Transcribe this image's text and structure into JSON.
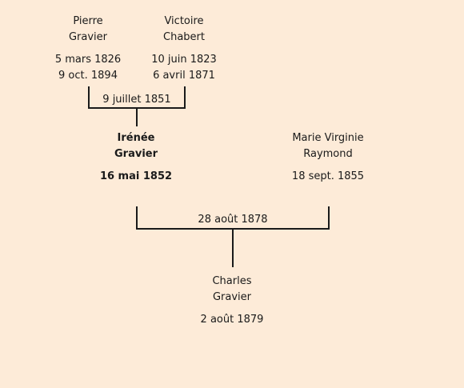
{
  "people": {
    "pierre": {
      "first": "Pierre",
      "last": "Gravier",
      "birth": "5 mars 1826",
      "death": "9 oct. 1894"
    },
    "victoire": {
      "first": "Victoire",
      "last": "Chabert",
      "birth": "10 juin 1823",
      "death": "6 avril 1871"
    },
    "irenee": {
      "first": "Irénée",
      "last": "Gravier",
      "birth": "16 mai 1852"
    },
    "marie": {
      "first": "Marie Virginie",
      "last": "Raymond",
      "birth": "18 sept. 1855"
    },
    "charles": {
      "first": "Charles",
      "last": "Gravier",
      "birth": "2 août 1879"
    }
  },
  "marriages": {
    "pierre_victoire": "9 juillet 1851",
    "irenee_marie": "28 août 1878"
  }
}
